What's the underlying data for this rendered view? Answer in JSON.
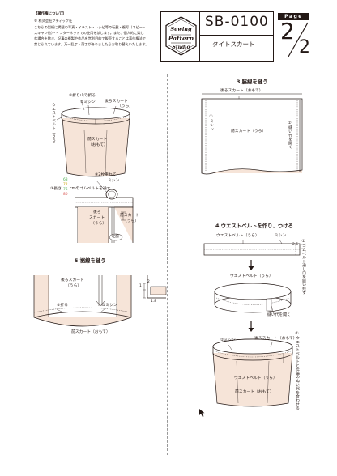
{
  "copyright": {
    "title": "【著作権について】",
    "company": "© 株式会社ブティック社",
    "lines": [
      "こちらの型紙に掲載の写真・イラスト・レシピ等の転載・複写（コピー・",
      "スキャン他）・インターネットでの使用を禁じます。また、個人的に楽し",
      "む場合を除き、記事の複製や作品を営利目的で販売することは著作権法で",
      "禁じられています。万一乱丁・落丁がありましたらお取り替えいたします。"
    ]
  },
  "logo": {
    "line1": "Sewing",
    "line2": "Pattern",
    "line3": "Studio"
  },
  "header": {
    "code": "SB-0100",
    "name": "タイトスカート",
    "page_label": "Page",
    "page_current": "2",
    "page_total": "2"
  },
  "fig1": {
    "fold": "①折り山で折る",
    "sew": "②ミシン",
    "back_skirt": "後ろスカート",
    "back_skirt_sub": "（うら）",
    "waistband": "ウエストベルト（うら）",
    "front_skirt": "前スカート",
    "front_skirt_sub": "（おもて）"
  },
  "fig2": {
    "overlap": "④2枚重ねて",
    "sew": "ミシン",
    "length_prefix": "③長さ",
    "length_values": [
      "68",
      "72",
      "76",
      "80"
    ],
    "elastic": "cmのゴムベルトを通す",
    "back_skirt": "後ろ",
    "back_skirt2": "スカート",
    "back_skirt_sub": "（うら）",
    "front_skirt": "前スカート",
    "front_skirt_sub": "（うら）",
    "left_side": "左脇"
  },
  "step3": {
    "title": "3 脇線を縫う",
    "back_skirt": "後ろスカート（おもて）",
    "sew": "①ミシン",
    "open_seam": "②縫い代を開く",
    "front_skirt": "前スカート（うら）"
  },
  "step4": {
    "title": "4 ウエストベルトを作り、つける",
    "waistband": "ウエストベルト（うら）",
    "sew": "ミシン",
    "dim": "2.5",
    "elastic_note": "①ゴムベルト通し口を縫い残す",
    "waistband2": "ウエストベルト（うら）",
    "open_seam": "縫い代を開く",
    "sew2": "②ミシン",
    "back_skirt": "後ろスカート（おもて）",
    "align_note": "①ウエストベルトと左脇のぬい代を合わせる",
    "waistband3": "ウエストベルト（うら）",
    "front_skirt": "前スカート（おもて）"
  },
  "step5": {
    "title": "5 裾線を縫う",
    "back_skirt": "後ろスカート",
    "back_skirt_sub": "（うら）",
    "fold": "①折る",
    "sew": "②ミシン",
    "dim1": "2",
    "dim2": "1",
    "dim3": "1.8",
    "front_skirt": "前スカート（おもて）"
  }
}
